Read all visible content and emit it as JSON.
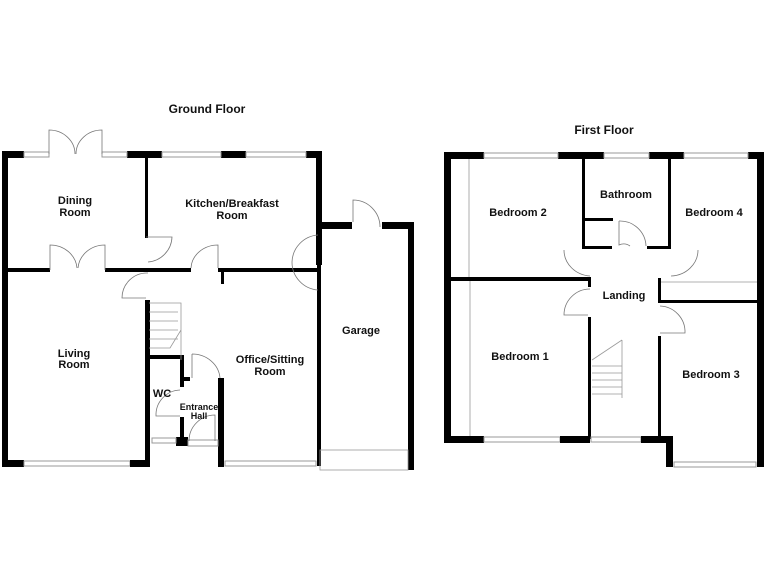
{
  "ground_floor": {
    "title": "Ground Floor",
    "rooms": {
      "dining_1": "Dining",
      "dining_2": "Room",
      "kitchen_1": "Kitchen/Breakfast",
      "kitchen_2": "Room",
      "living_1": "Living",
      "living_2": "Room",
      "office_1": "Office/Sitting",
      "office_2": "Room",
      "garage": "Garage",
      "wc": "WC",
      "hall_1": "Entrance",
      "hall_2": "Hall"
    }
  },
  "first_floor": {
    "title": "First Floor",
    "rooms": {
      "bedroom2": "Bedroom 2",
      "bathroom": "Bathroom",
      "bedroom4": "Bedroom 4",
      "landing": "Landing",
      "bedroom1": "Bedroom 1",
      "bedroom3": "Bedroom 3"
    }
  }
}
